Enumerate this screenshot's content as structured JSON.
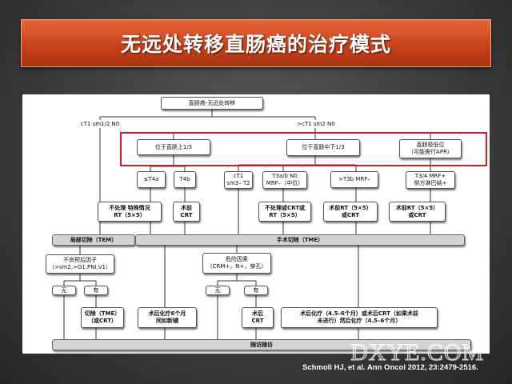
{
  "slide": {
    "title": "无远处转移直肠癌的治疗模式",
    "citation": "Schmoll HJ, et al. Ann Oncol 2012, 23:2479-2516.",
    "watermark": "DXYE.COM",
    "accent_color": "#c9431c",
    "highlight_color": "#d01a2a"
  },
  "diagram": {
    "root": "直肠癌-无远处转移",
    "left_branch": "cT1 sm1/2 N0",
    "right_branch": ">cT1 sm2 N0",
    "location_upper": "位于直肠上1/3",
    "location_mid_low": "位于直肠中下1/3",
    "location_very_low": "直肠极低位\n（可能需行APR）",
    "stage_t4a": "≤T4a",
    "stage_t4b": "T4b",
    "stage_ct1": "cT1\nsm3– T2",
    "stage_t3ab": "T3a/b N0\nMRF–（中位）",
    "stage_t3b": ">T3b MRF–",
    "stage_t34": "T3/4 MRF+\n侧方淋巴结+",
    "treat_no_special": "不处理 特殊情况\nRT（5×5）",
    "treat_preop_crt": "术前\nCRT",
    "treat_no_crt": "不处理或CRT或\nRT（5×5）",
    "treat_rt_or_crt_1": "术前RT（5×5）\n或CRT",
    "treat_rt_or_crt_2": "术前RT（5×5）\n或CRT",
    "local_excision": "局部切除（TEM）",
    "surgery": "手术切除（TME）",
    "adverse_factors": "不良预后因子\n（>sm2,>G1,PNI,V1）",
    "risk_factors": "危险因素\n（CRM+，N+，穿孔）",
    "no_left": "无",
    "yes_left": "有",
    "no_right": "无",
    "yes_right": "有",
    "resect_tem": "切除（TME）\n（或CRT）",
    "postop_chemo": "术后化疗6个月\n同如新辅",
    "postop_crt": "术后\nCRT",
    "postop_mixed": "术后化疗（4.5–6个月）或术后CRT（如果术前\n未进行）然后化疗（4.5–6个月）",
    "followup": "随访随访"
  }
}
